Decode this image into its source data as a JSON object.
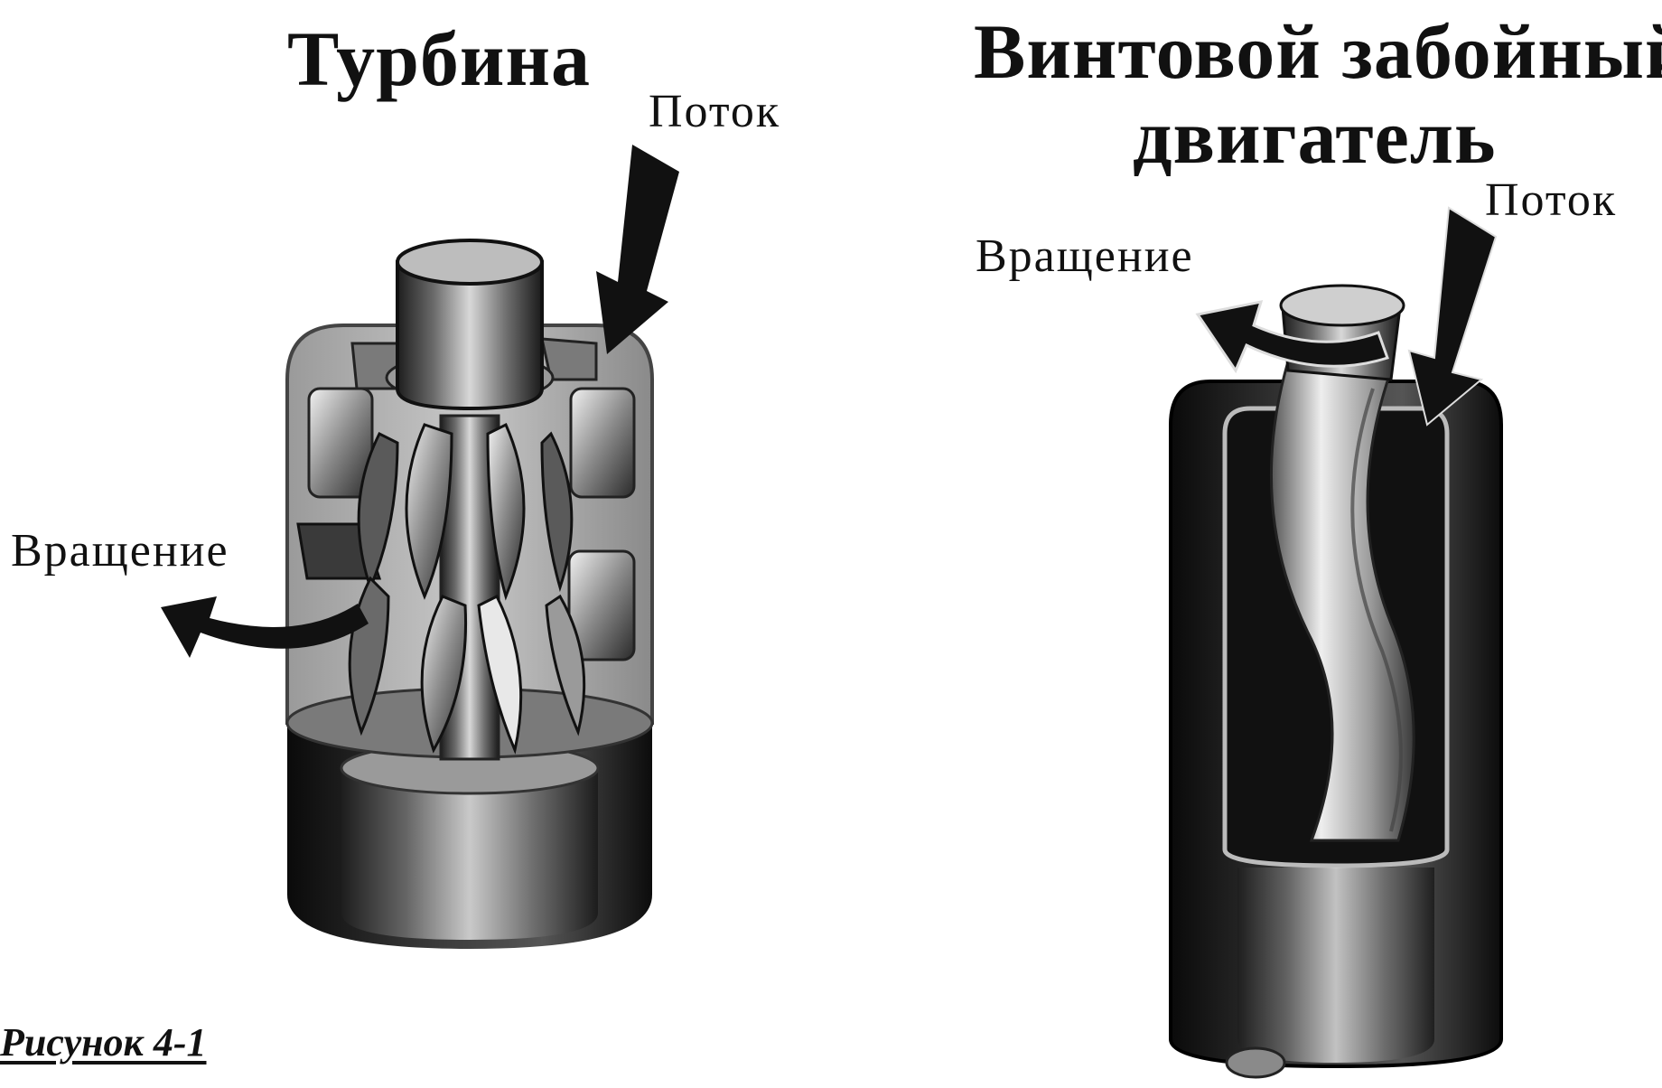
{
  "turbine": {
    "title": "Турбина",
    "flow_label": "Поток",
    "rotation_label": "Вращение"
  },
  "screw_motor": {
    "title_line1": "Винтовой забойный",
    "title_line2": "двигатель",
    "flow_label": "Поток",
    "rotation_label": "Вращение"
  },
  "caption": "Рисунок 4-1"
}
